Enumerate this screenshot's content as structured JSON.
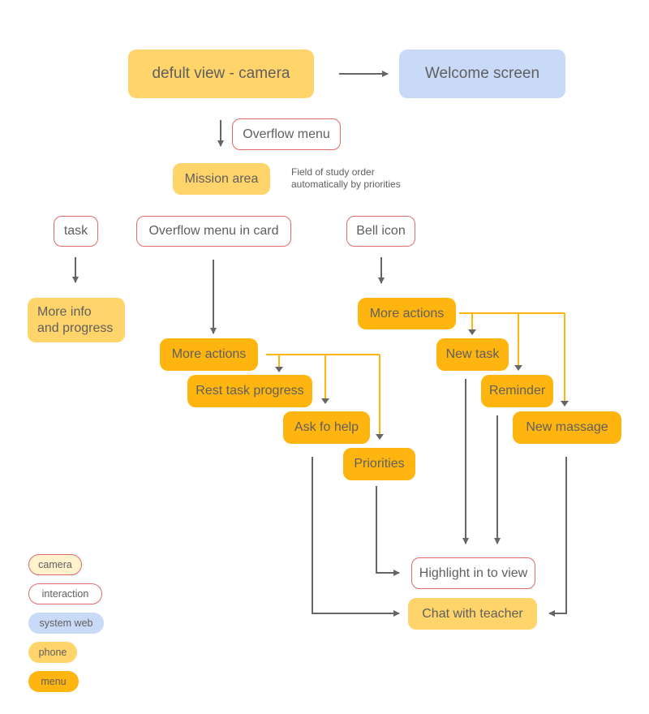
{
  "diagram": {
    "nodes": {
      "default_view": "defult view - camera",
      "welcome_screen": "Welcome screen",
      "overflow_menu": "Overflow menu",
      "mission_area": "Mission area",
      "task": "task",
      "overflow_menu_in_card": "Overflow menu in card",
      "bell_icon": "Bell icon",
      "more_info": "More info\nand progress",
      "more_actions_left": "More actions",
      "more_actions_right": "More actions",
      "rest_task_progress": "Rest task progress",
      "ask_for_help": "Ask fo help",
      "priorities": "Priorities",
      "new_task": "New task",
      "reminder": "Reminder",
      "new_massage": "New massage",
      "highlight_in_to_view": "Highlight in to view",
      "chat_with_teacher": "Chat with teacher"
    },
    "note": "Field of study order\nautomatically by priorities"
  },
  "legend": {
    "camera": "camera",
    "interaction": "interaction",
    "system_web": "system web",
    "phone": "phone",
    "menu": "menu"
  },
  "colors": {
    "phone": "#ffd56b",
    "menu": "#ffb50f",
    "system_web": "#c9daf8",
    "camera": "#fff2cc",
    "interaction_border": "#e06b6b",
    "connector_gray": "#666666",
    "connector_orange": "#ffb50f"
  }
}
